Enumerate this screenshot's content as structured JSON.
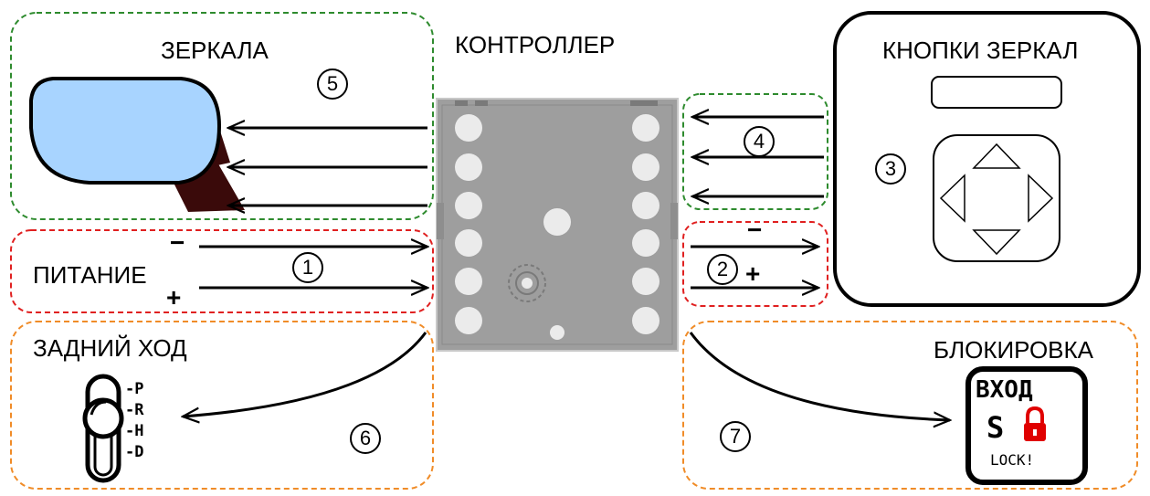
{
  "sections": {
    "mirrors": {
      "title": "ЗЕРКАЛА",
      "number": "5"
    },
    "controller": {
      "title": "КОНТРОЛЛЕР"
    },
    "mirror_buttons": {
      "title": "КНОПКИ ЗЕРКАЛ",
      "number": "3"
    },
    "power": {
      "title": "ПИТАНИЕ",
      "minus": "−",
      "plus": "+",
      "number": "1"
    },
    "output": {
      "minus": "−",
      "plus": "+",
      "number": "2"
    },
    "mirror_link": {
      "number": "4"
    },
    "reverse": {
      "title": "ЗАДНИЙ ХОД",
      "number": "6",
      "gears": [
        "-P",
        "-R",
        "-H",
        "-D"
      ]
    },
    "lock": {
      "title": "БЛОКИРОВКА",
      "number": "7",
      "button_top": "ВХОД",
      "button_mid": "S",
      "button_bottom": "LOCK!"
    }
  },
  "colors": {
    "green_border": "#2e8b2e",
    "red_border": "#e02020",
    "orange_border": "#f08c28",
    "mirror_glass": "#a8d4ff",
    "mirror_arm": "#3a0a0a",
    "board": "#9e9e9e",
    "lock_red": "#e00000"
  }
}
